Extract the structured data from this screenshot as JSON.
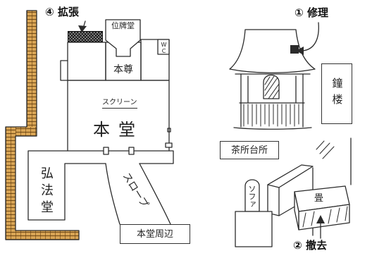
{
  "floor_plan": {
    "expansion": {
      "number": "④",
      "label": "拡張"
    },
    "ihaido_label": "位牌堂",
    "wc_label": "WC",
    "honzon_label": "本尊",
    "screen_label": "スクリーン",
    "hondo_label": "本堂",
    "kobodo_label": "弘法堂",
    "slope_label": "スロープ",
    "caption": "本堂周辺"
  },
  "bell_tower": {
    "repair": {
      "number": "①",
      "label": "修理"
    },
    "caption": "鐘楼"
  },
  "tea_room": {
    "caption": "茶所台所",
    "sofa_label": "ソファ",
    "tatami_label": "畳",
    "removal": {
      "number": "②",
      "label": "撤去"
    }
  },
  "colors": {
    "brick": "#d9a555",
    "ink": "#2b2b2b"
  }
}
